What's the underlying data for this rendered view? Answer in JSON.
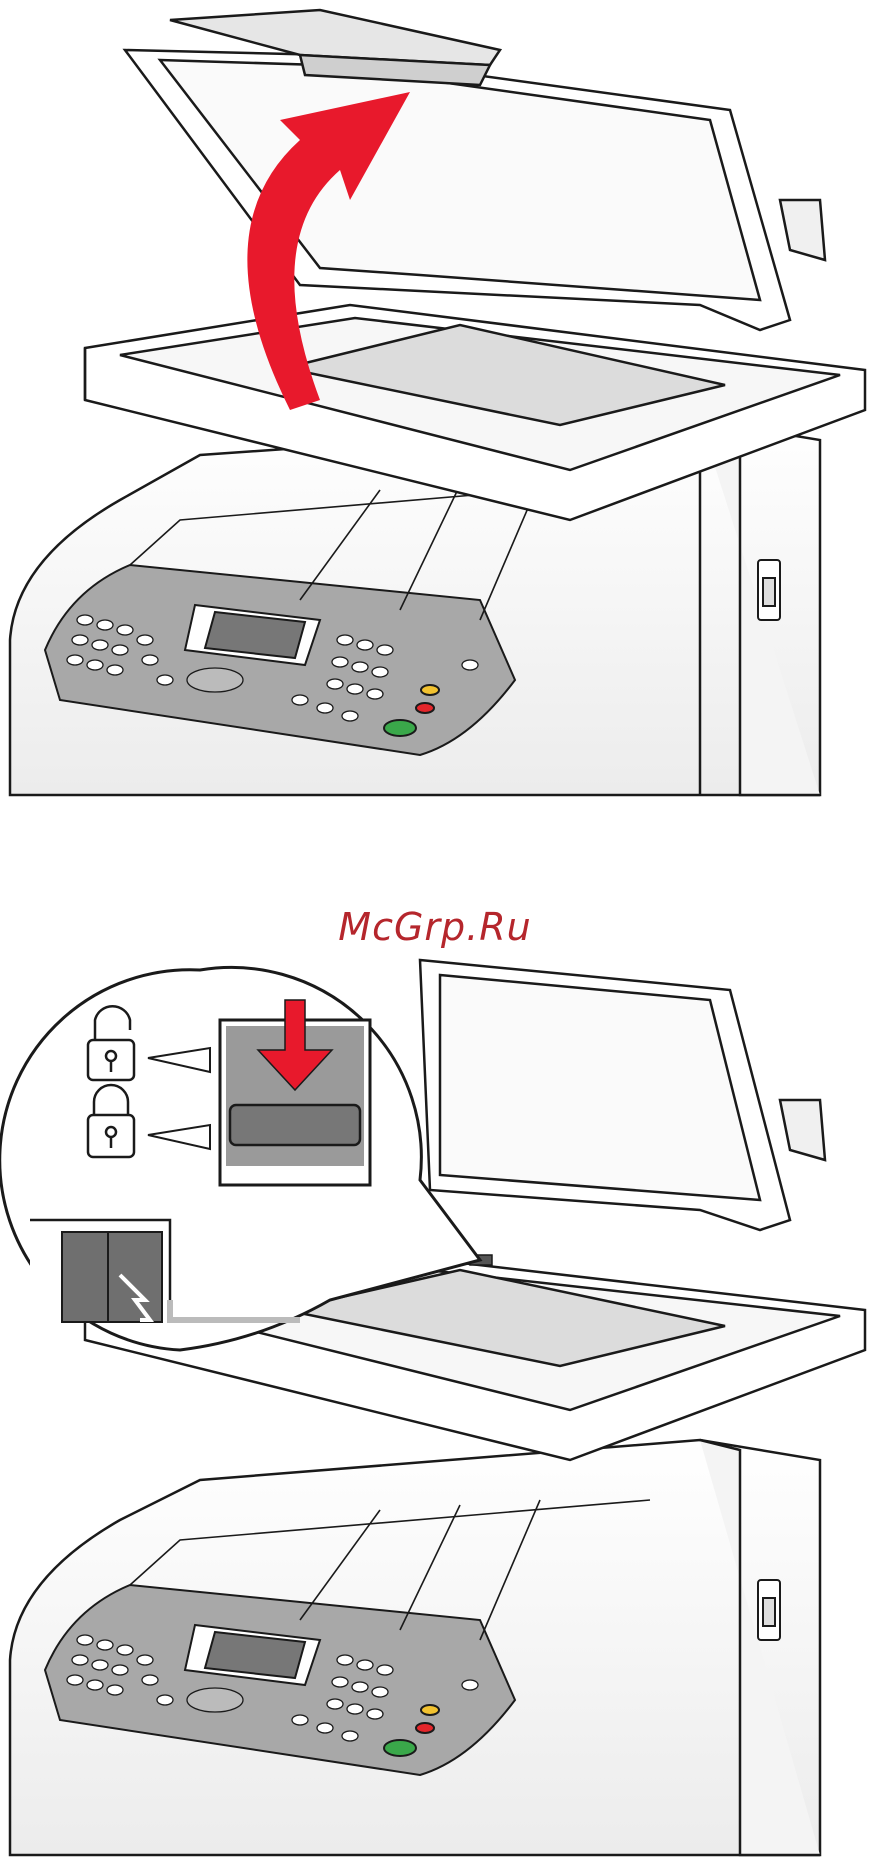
{
  "watermark": {
    "text": "McGrp.Ru"
  },
  "colors": {
    "arrow_red": "#e8192c",
    "watermark_red": "#b5262c",
    "panel_gray": "#9a9a9a",
    "stroke": "#1a1a1a",
    "button_yellow": "#f2c230",
    "button_red": "#e4262b",
    "button_green": "#3aa84a"
  },
  "icons": {
    "unlock": "unlocked-padlock-icon",
    "lock": "locked-padlock-icon",
    "lift_arrow": "curved-red-arrow",
    "press_arrow": "down-red-arrow"
  }
}
